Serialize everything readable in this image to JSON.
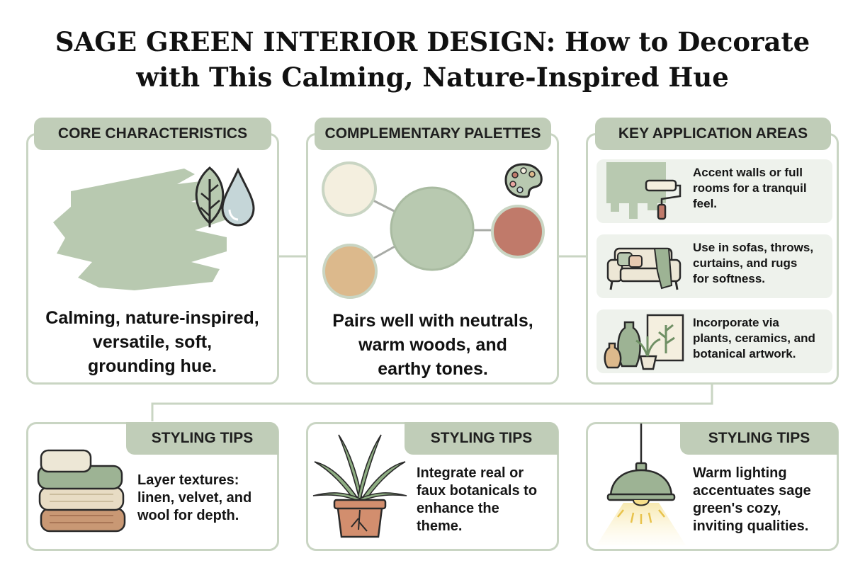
{
  "title": {
    "line1": "SAGE GREEN INTERIOR DESIGN: How to Decorate",
    "line2": "with This Calming, Nature-Inspired Hue"
  },
  "core": {
    "heading": "CORE CHARACTERISTICS",
    "line1": "Calming, nature-inspired,",
    "line2": "versatile, soft,",
    "line3": "grounding hue."
  },
  "palettes": {
    "heading": "COMPLEMENTARY PALETTES",
    "line1": "Pairs well with neutrals,",
    "line2": "warm woods, and",
    "line3": "earthy tones."
  },
  "applications": {
    "heading": "KEY APPLICATION AREAS",
    "items": [
      {
        "icon": "paint-roller-icon",
        "line1": "Accent walls or full",
        "line2": "rooms for a tranquil",
        "line3": "feel."
      },
      {
        "icon": "sofa-icon",
        "line1": "Use in sofas, throws,",
        "line2": "curtains, and rugs",
        "line3": "for softness."
      },
      {
        "icon": "vase-plant-artwork-icon",
        "line1": "Incorporate via",
        "line2": "plants, ceramics, and",
        "line3": "botanical artwork."
      }
    ]
  },
  "tips": [
    {
      "heading": "STYLING TIPS",
      "icon": "folded-textiles-icon",
      "line1": "Layer textures:",
      "line2": "linen, velvet, and",
      "line3": "wool for depth.",
      "line4": ""
    },
    {
      "heading": "STYLING TIPS",
      "icon": "potted-fern-icon",
      "line1": "Integrate real or",
      "line2": "faux botanicals to",
      "line3": "enhance the",
      "line4": "theme."
    },
    {
      "heading": "STYLING TIPS",
      "icon": "pendant-lamp-icon",
      "line1": "Warm lighting",
      "line2": "accentuates sage",
      "line3": "green's cozy,",
      "line4": "inviting qualities."
    }
  ],
  "colors": {
    "sage": "#b8c9b0",
    "sage_dark": "#9db394",
    "border": "#c9d5c3",
    "cream": "#f4efdf",
    "wood": "#dcb98c",
    "terracotta": "#c07a6a",
    "pale_blue": "#c5d6d8"
  }
}
